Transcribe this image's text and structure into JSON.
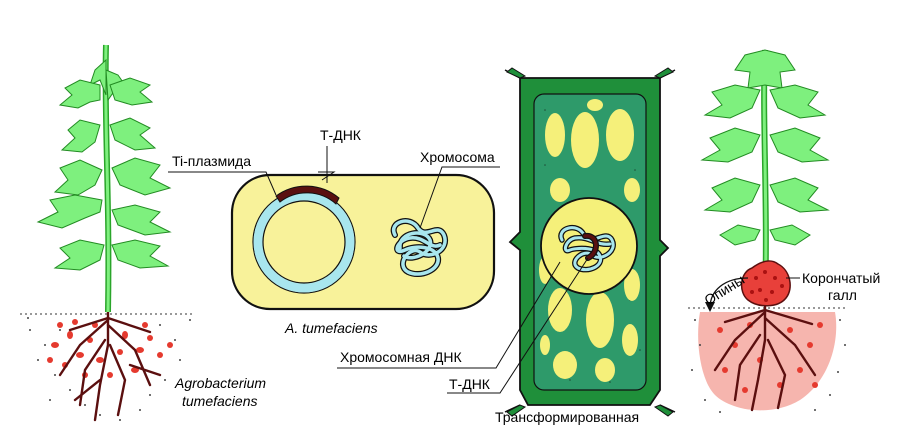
{
  "labels": {
    "ti_plasmid": "Ti-плазмида",
    "t_dna_top": "Т-ДНК",
    "chromosome": "Хромосома",
    "species": "A. tumefaciens",
    "chromosomal_dna": "Хромосомная ДНК",
    "t_dna_bottom": "Т-ДНК",
    "transformed": "Трансформированная",
    "agro_line1": "Agrobacterium",
    "agro_line2": "tumefaciens",
    "opines": "Опины",
    "gall_line1": "Корончатый",
    "gall_line2": "галл"
  },
  "colors": {
    "leaf": "#7ef07e",
    "leaf_stroke": "#228b22",
    "cell_wall": "#1f8f3a",
    "cytoplasm": "#2e8b57",
    "yellow": "#f5f07a",
    "bacterium": "#f8f29a",
    "plasmid": "#a8e6ee",
    "t_dna": "#5a1010",
    "root": "#5b0f0f",
    "gall": "#e8403a",
    "tumor_halo": "#f4a8a0"
  }
}
